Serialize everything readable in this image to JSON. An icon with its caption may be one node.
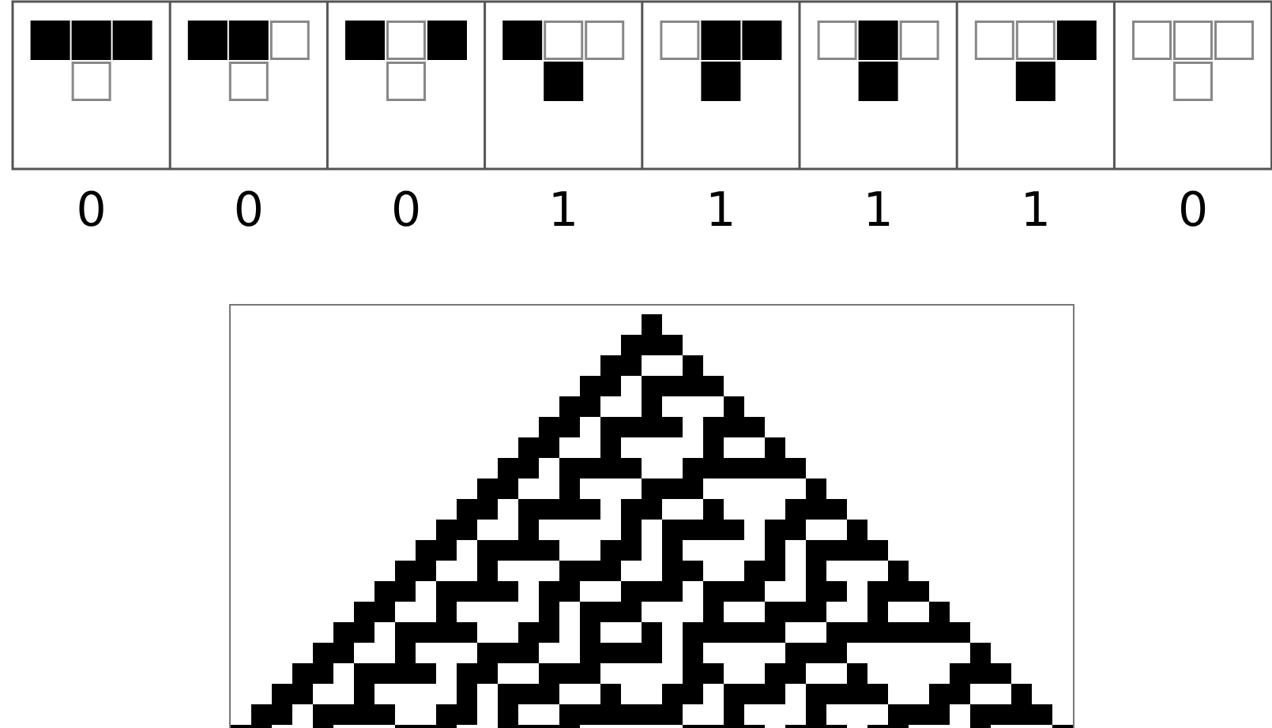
{
  "diagram": {
    "labels": [
      "0",
      "0",
      "0",
      "1",
      "1",
      "1",
      "1",
      "0"
    ]
  }
}
